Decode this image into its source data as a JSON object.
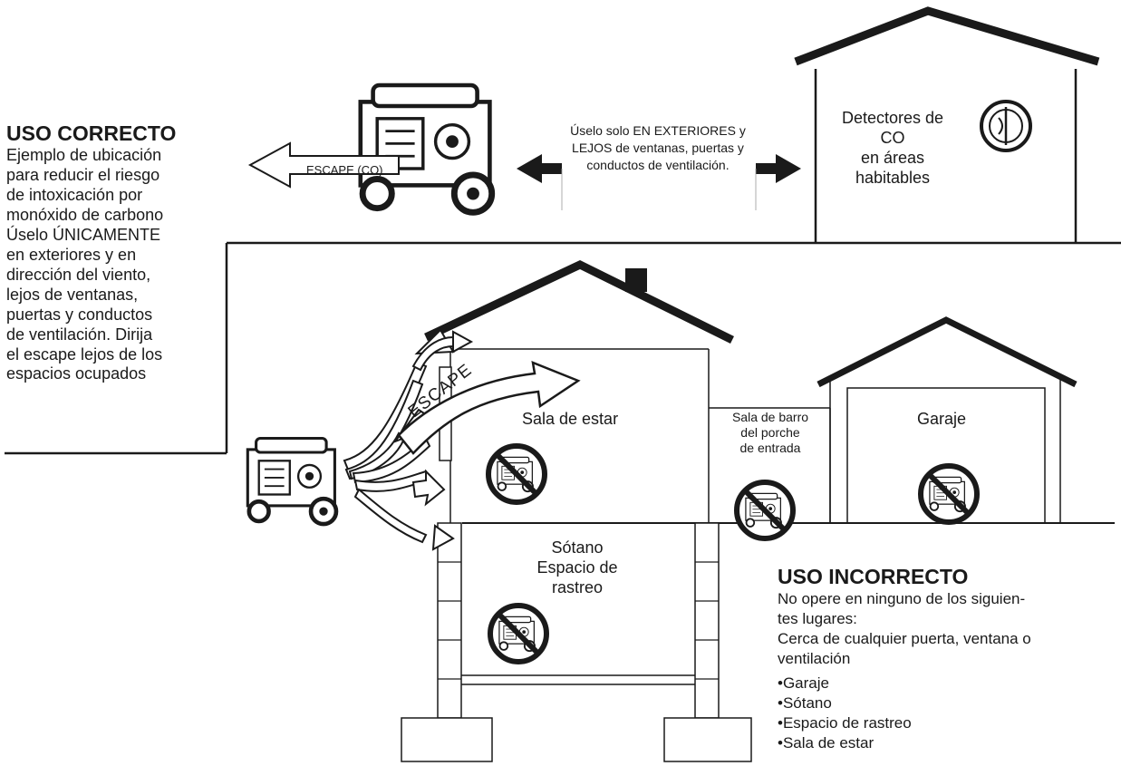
{
  "correct": {
    "heading": "USO CORRECTO",
    "lines": [
      "Ejemplo de ubicación",
      "para reducir el riesgo",
      "de intoxicación por",
      "monóxido de carbono",
      "Úselo ÚNICAMENTE",
      "en exteriores y en",
      "dirección del viento,",
      "lejos de ventanas,",
      "puertas y conductos",
      "de ventilación. Dirija",
      "el escape lejos de los",
      "espacios ocupados"
    ]
  },
  "exhaust_arrow_label": "ESCAPE (CO)",
  "outdoor_note": [
    "Úselo solo EN EXTERIORES y",
    "LEJOS de ventanas, puertas y",
    "conductos de ventilación."
  ],
  "co_detector": [
    "Detectores de",
    "CO",
    "en áreas",
    "habitables"
  ],
  "escape_label": "ESCAPE",
  "rooms": {
    "living_room": "Sala de estar",
    "mudroom": [
      "Sala de barro",
      "del porche",
      "de entrada"
    ],
    "garage": "Garaje",
    "basement": [
      "Sótano",
      "Espacio de",
      "rastreo"
    ]
  },
  "incorrect": {
    "heading": "USO INCORRECTO",
    "lines": [
      "No opere en ninguno de los siguien-",
      "tes lugares:",
      "Cerca de cualquier puerta, ventana o",
      "ventilación"
    ],
    "bullets": [
      "Garaje",
      "Sótano",
      "Espacio de rastreo",
      "Sala de estar"
    ]
  },
  "icons": {
    "generator": "generator-icon",
    "prohibited": "no-generator-icon",
    "co_detector": "co-detector-icon"
  },
  "colors": {
    "ink": "#1a1a1a",
    "background": "#ffffff"
  }
}
